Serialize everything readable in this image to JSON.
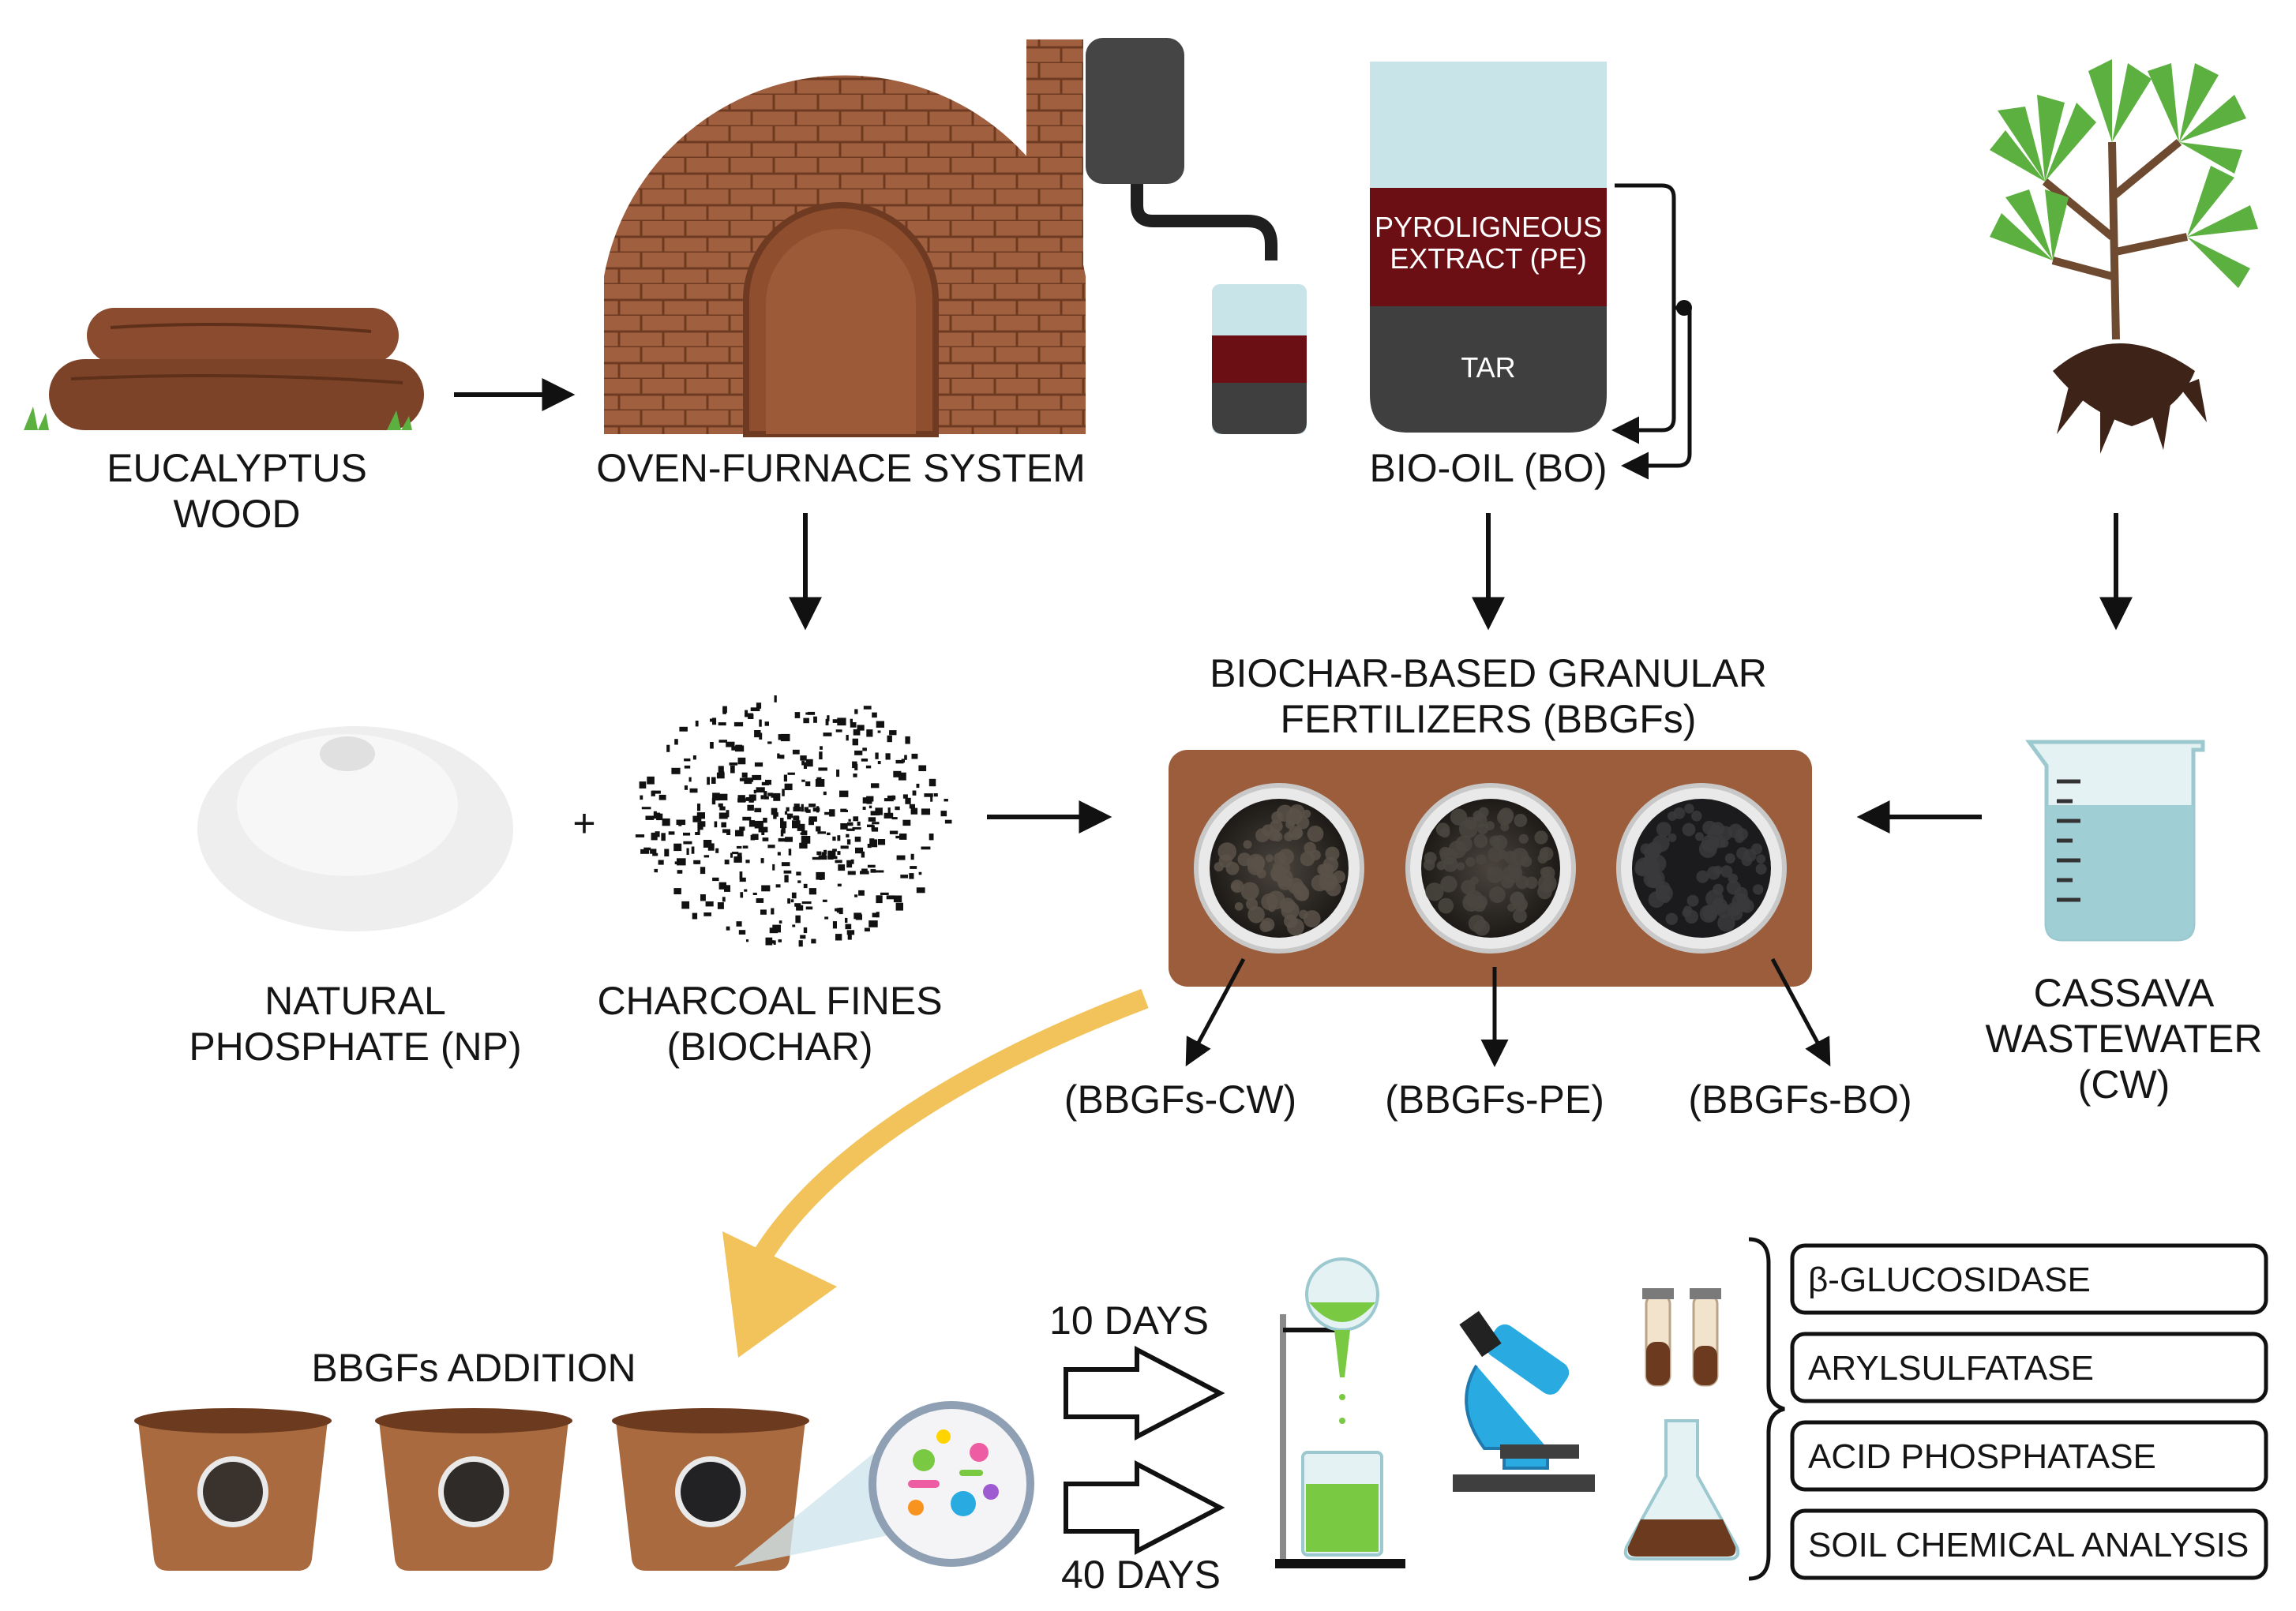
{
  "labels": {
    "eucalyptus": [
      "EUCALYPTUS",
      "WOOD"
    ],
    "oven": "OVEN-FURNACE SYSTEM",
    "pe": [
      "PYROLIGNEOUS",
      "EXTRACT (PE)"
    ],
    "tar": "TAR",
    "bio_oil": "BIO-OIL (BO)",
    "np": [
      "NATURAL",
      "PHOSPHATE (NP)"
    ],
    "charcoal": [
      "CHARCOAL FINES",
      "(BIOCHAR)"
    ],
    "bbgf_title": [
      "BIOCHAR-BASED GRANULAR",
      "FERTILIZERS (BBGFs)"
    ],
    "cassava": [
      "CASSAVA",
      "WASTEWATER",
      "(CW)"
    ],
    "bbgf_cw": "(BBGFs-CW)",
    "bbgf_pe": "(BBGFs-PE)",
    "bbgf_bo": "(BBGFs-BO)",
    "addition": "BBGFs ADDITION",
    "days10": "10 DAYS",
    "days40": "40 DAYS"
  },
  "analyses": [
    "β-GLUCOSIDASE",
    "ARYLSULFATASE",
    "ACID PHOSPHATASE",
    "SOIL CHEMICAL ANALYSIS"
  ],
  "colors": {
    "brick": "#9c5a3a",
    "wood": "#8a4b2f",
    "tray": "#9b5d3c",
    "pe": "#6b0f14",
    "tar": "#3f3f3f",
    "water": "#c9e4e8",
    "plant": "#5cb040",
    "arrow_yellow": "#f2c35a"
  }
}
